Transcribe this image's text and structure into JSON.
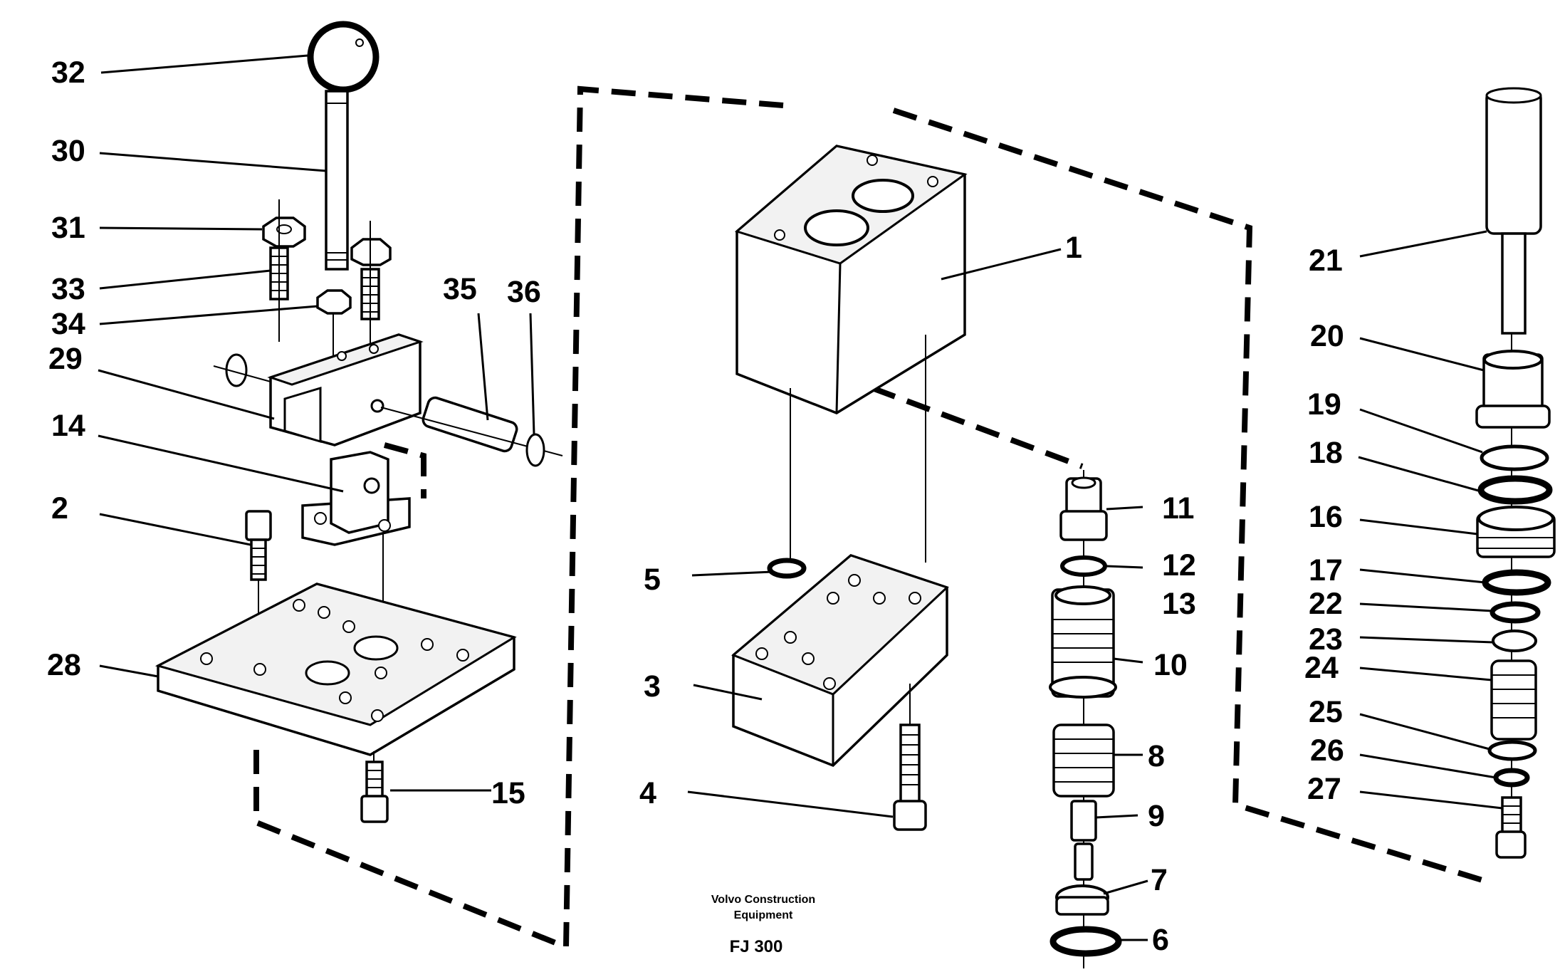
{
  "labels": {
    "l1": "1",
    "l2": "2",
    "l3": "3",
    "l4": "4",
    "l5": "5",
    "l6": "6",
    "l7": "7",
    "l8": "8",
    "l9": "9",
    "l10": "10",
    "l11": "11",
    "l12": "12",
    "l13": "13",
    "l14": "14",
    "l15": "15",
    "l16": "16",
    "l17": "17",
    "l18": "18",
    "l19": "19",
    "l20": "20",
    "l21": "21",
    "l22": "22",
    "l23": "23",
    "l24": "24",
    "l25": "25",
    "l26": "26",
    "l27": "27",
    "l28": "28",
    "l29": "29",
    "l30": "30",
    "l31": "31",
    "l32": "32",
    "l33": "33",
    "l34": "34",
    "l35": "35",
    "l36": "36"
  },
  "caption": {
    "line1": "Volvo Construction",
    "line2": "Equipment",
    "code": "FJ 300"
  }
}
